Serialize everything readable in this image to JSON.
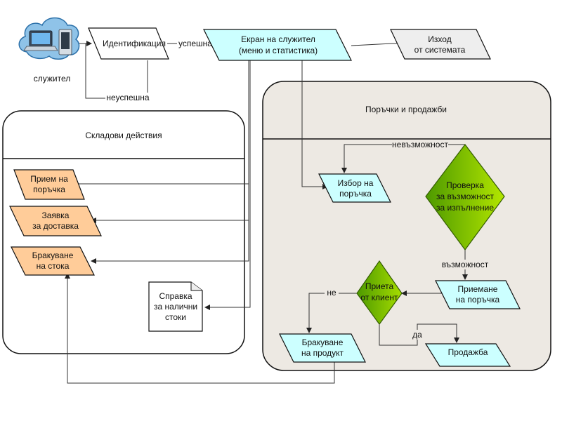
{
  "diagram": {
    "actor": {
      "label": "служител",
      "icon": "workstation-cloud-icon"
    },
    "nodes": {
      "identification": "Идентификация",
      "employee_screen_line1": "Екран на служител",
      "employee_screen_line2": "(меню и статистика)",
      "exit_line1": "Изход",
      "exit_line2": "от системата",
      "receive_order_line1": "Прием на",
      "receive_order_line2": "поръчка",
      "delivery_request_line1": "Заявка",
      "delivery_request_line2": "за доставка",
      "scrap_goods_line1": "Бракуване",
      "scrap_goods_line2": "на стока",
      "stock_report_line1": "Справка",
      "stock_report_line2": "за налични",
      "stock_report_line3": "стоки",
      "select_order_line1": "Избор на",
      "select_order_line2": "поръчка",
      "check_line1": "Проверка",
      "check_line2": "за възможност",
      "check_line3": "за изпълнение",
      "accept_order_line1": "Приемане",
      "accept_order_line2": "на поръчка",
      "accepted_line1": "Приета",
      "accepted_line2": "от клиент",
      "scrap_product_line1": "Бракуване",
      "scrap_product_line2": "на продукт",
      "sale": "Продажба"
    },
    "containers": {
      "warehouse": "Складови действия",
      "orders": "Поръчки и продажби"
    },
    "edge_labels": {
      "success": "успешна",
      "fail": "неуспешна",
      "impossible": "невъзможност",
      "possible": "възможност",
      "no": "не",
      "yes": "да"
    },
    "colors": {
      "cyan": "#ccffff",
      "orange": "#ffcc99",
      "gray": "#eeeeee",
      "container": "#ede9e3",
      "green_dark": "#4d9900",
      "green_light": "#b3e600"
    }
  }
}
